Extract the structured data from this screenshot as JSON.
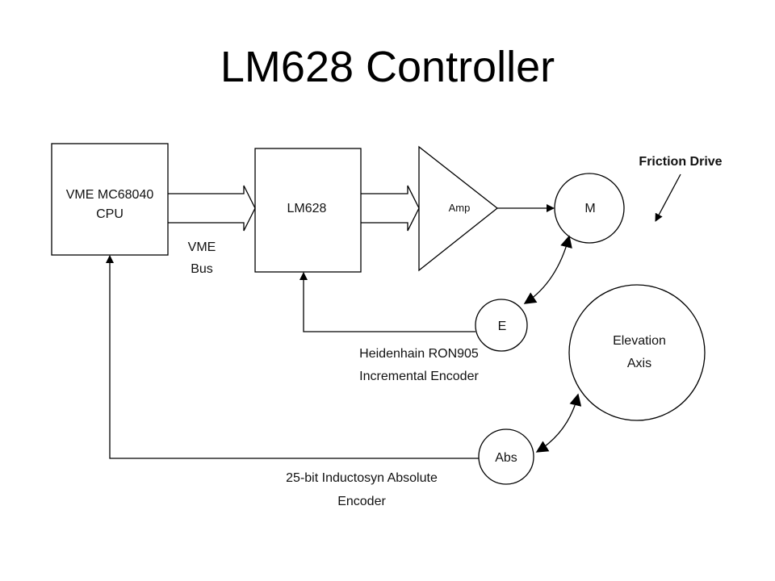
{
  "slide": {
    "title": "LM628 Controller"
  },
  "diagram": {
    "cpu_line1": "VME MC68040",
    "cpu_line2": "CPU",
    "bus_line1": "VME",
    "bus_line2": "Bus",
    "controller": "LM628",
    "amp": "Amp",
    "motor": "M",
    "friction": "Friction Drive",
    "encoder": "E",
    "enc_note1": "Heidenhain RON905",
    "enc_note2": "Incremental Encoder",
    "elev_line1": "Elevation",
    "elev_line2": "Axis",
    "abs": "Abs",
    "abs_note1": "25-bit Inductosyn Absolute",
    "abs_note2": "Encoder"
  }
}
